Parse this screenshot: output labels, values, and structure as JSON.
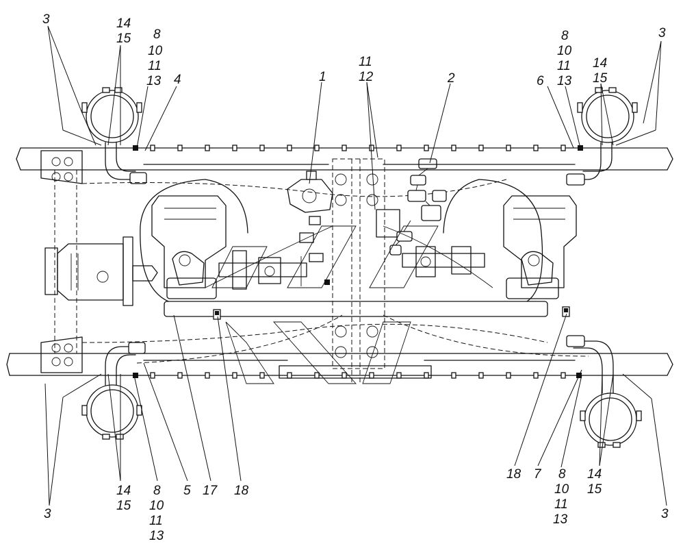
{
  "callouts": [
    {
      "id": "c-3-tl",
      "text": "3"
    },
    {
      "id": "c-14-tl",
      "text": "14"
    },
    {
      "id": "c-15-tl",
      "text": "15"
    },
    {
      "id": "c-8-tl",
      "text": "8"
    },
    {
      "id": "c-10-tl",
      "text": "10"
    },
    {
      "id": "c-11-tl",
      "text": "11"
    },
    {
      "id": "c-13-tl",
      "text": "13"
    },
    {
      "id": "c-4",
      "text": "4"
    },
    {
      "id": "c-1",
      "text": "1"
    },
    {
      "id": "c-11-tc",
      "text": "11"
    },
    {
      "id": "c-12",
      "text": "12"
    },
    {
      "id": "c-2",
      "text": "2"
    },
    {
      "id": "c-8-tr",
      "text": "8"
    },
    {
      "id": "c-10-tr",
      "text": "10"
    },
    {
      "id": "c-11-tr",
      "text": "11"
    },
    {
      "id": "c-13-tr",
      "text": "13"
    },
    {
      "id": "c-6",
      "text": "6"
    },
    {
      "id": "c-14-tr",
      "text": "14"
    },
    {
      "id": "c-15-tr",
      "text": "15"
    },
    {
      "id": "c-3-tr",
      "text": "3"
    },
    {
      "id": "c-14-bl",
      "text": "14"
    },
    {
      "id": "c-15-bl",
      "text": "15"
    },
    {
      "id": "c-3-bl",
      "text": "3"
    },
    {
      "id": "c-8-bl",
      "text": "8"
    },
    {
      "id": "c-10-bl",
      "text": "10"
    },
    {
      "id": "c-11-bl",
      "text": "11"
    },
    {
      "id": "c-13-bl",
      "text": "13"
    },
    {
      "id": "c-5",
      "text": "5"
    },
    {
      "id": "c-17",
      "text": "17"
    },
    {
      "id": "c-18-bc",
      "text": "18"
    },
    {
      "id": "c-18-br",
      "text": "18"
    },
    {
      "id": "c-7",
      "text": "7"
    },
    {
      "id": "c-8-br",
      "text": "8"
    },
    {
      "id": "c-10-br",
      "text": "10"
    },
    {
      "id": "c-11-br",
      "text": "11"
    },
    {
      "id": "c-13-br",
      "text": "13"
    },
    {
      "id": "c-14-br",
      "text": "14"
    },
    {
      "id": "c-15-br",
      "text": "15"
    },
    {
      "id": "c-3-br",
      "text": "3"
    }
  ]
}
